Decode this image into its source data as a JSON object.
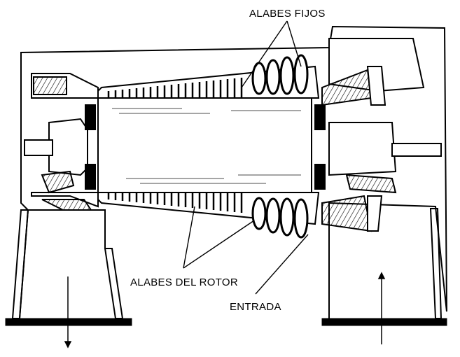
{
  "labels": {
    "fixed_blades": "ALABES FIJOS",
    "rotor_blades": "ALABES DEL ROTOR",
    "inlet": "ENTRADA"
  },
  "colors": {
    "ink": "#000000",
    "paper": "#ffffff"
  }
}
